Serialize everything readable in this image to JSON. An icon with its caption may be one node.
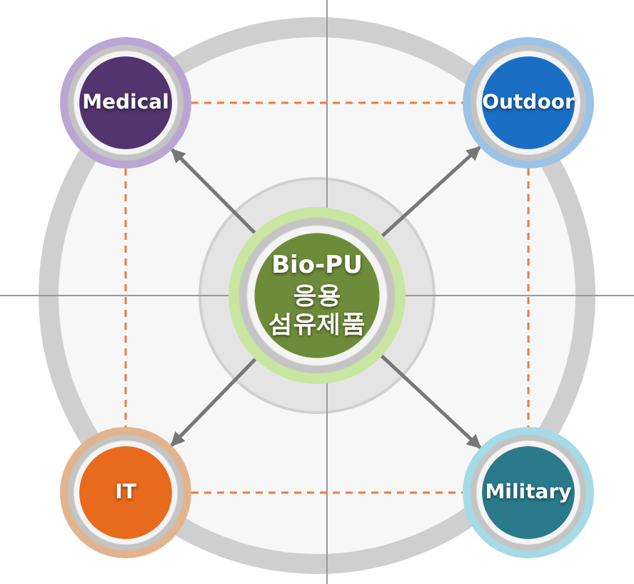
{
  "diagram": {
    "nodes": [
      {
        "text": [
          "Bio-PU 응용 섬유제품"
        ]
      },
      {
        "text": [
          "Medical"
        ]
      },
      {
        "text": [
          "Outdoor"
        ]
      },
      {
        "text": [
          "IT"
        ]
      },
      {
        "text": [
          "Military"
        ]
      }
    ],
    "edges": [
      {
        "from": 0,
        "to": 1,
        "arrow": "to"
      },
      {
        "from": 0,
        "to": 2,
        "arrow": "to"
      },
      {
        "from": 0,
        "to": 3,
        "arrow": "to"
      },
      {
        "from": 0,
        "to": 4,
        "arrow": "to"
      },
      {
        "from": 1,
        "to": 2,
        "arrow": "none",
        "style": "dashed",
        "color": "#f07a3a"
      },
      {
        "from": 1,
        "to": 3,
        "arrow": "none",
        "style": "dashed",
        "color": "#f07a3a"
      },
      {
        "from": 2,
        "to": 4,
        "arrow": "none",
        "style": "dashed",
        "color": "#f07a3a"
      },
      {
        "from": 3,
        "to": 4,
        "arrow": "none",
        "style": "dashed",
        "color": "#f07a3a"
      }
    ]
  }
}
